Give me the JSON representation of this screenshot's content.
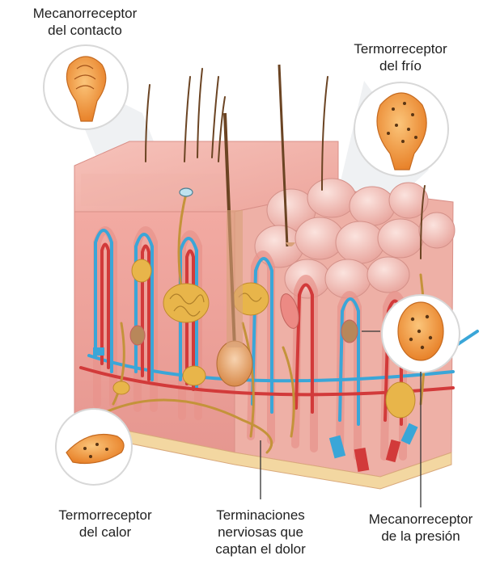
{
  "labels": {
    "touch_mechanoreceptor": [
      "Mecanorreceptor",
      "del contacto"
    ],
    "cold_thermoreceptor": [
      "Termorreceptor",
      "del frío"
    ],
    "heat_thermoreceptor": [
      "Termorreceptor",
      "del calor"
    ],
    "pain_nerve_endings": [
      "Terminaciones",
      "nerviosas que",
      "captan el dolor"
    ],
    "pressure_mechanoreceptor": [
      "Mecanorreceptor",
      "de la presión"
    ]
  },
  "colors": {
    "skin": "#f2a9a2",
    "skin_dark": "#d97c78",
    "epidermis_top": "#f7c5bf",
    "dermis": "#f5c3bb",
    "fat": "#e8b54a",
    "receptor": "#f0922e",
    "receptor_light": "#fbc57a",
    "nerve": "#c4933a",
    "vein": "#3aa6d8",
    "artery": "#d23a3a",
    "hair": "#6b4423",
    "leader": "#333333"
  }
}
